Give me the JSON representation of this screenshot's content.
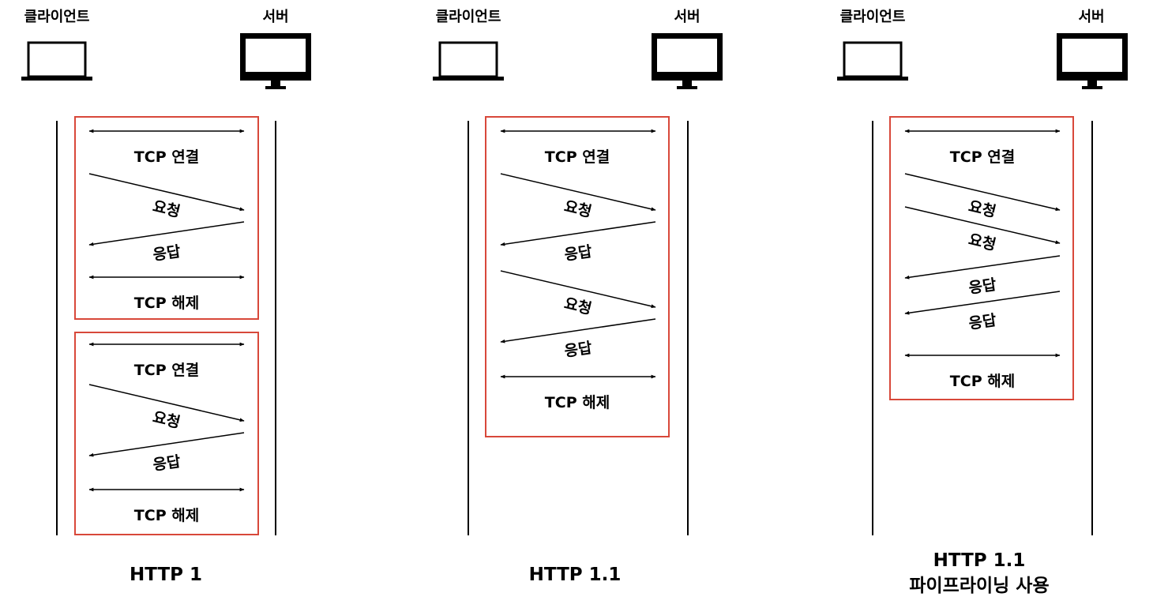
{
  "headers": {
    "client": "클라이언트",
    "server": "서버"
  },
  "labels": {
    "tcp_connect": "TCP 연결",
    "tcp_close": "TCP 해제",
    "request": "요청",
    "response": "응답"
  },
  "captions": {
    "http1": "HTTP 1",
    "http11": "HTTP 1.1",
    "pipelining_line1": "HTTP 1.1",
    "pipelining_line2": "파이프라이닝 사용"
  },
  "colors": {
    "box_border": "#d8483a",
    "ink": "#000000"
  }
}
